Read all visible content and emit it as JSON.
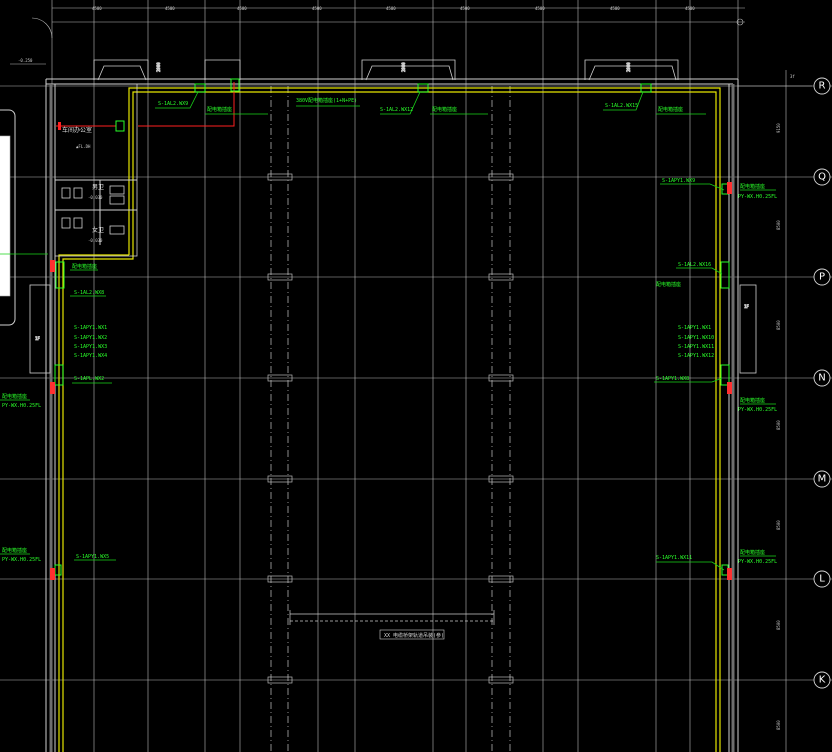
{
  "axes": [
    {
      "id": "R",
      "label": "R"
    },
    {
      "id": "Q",
      "label": "Q"
    },
    {
      "id": "P",
      "label": "P"
    },
    {
      "id": "N",
      "label": "N"
    },
    {
      "id": "M",
      "label": "M"
    },
    {
      "id": "L",
      "label": "L"
    },
    {
      "id": "K",
      "label": "K"
    }
  ],
  "rooms": {
    "office": "车间办公室",
    "toilet_upper": "男卫",
    "toilet_lower": "女卫"
  },
  "cable_labels": {
    "top_1": "S-1AL2.WX9",
    "top_2": "S-1AL2.WX12",
    "top_3": "S-1AL2.WX15",
    "right_1": "S-1APY1.WX9",
    "right_p": "S-1AL2.WX16",
    "right_n1": "S-1APY1.WX1",
    "right_n2": "S-1APY1.WX10",
    "right_n3": "S-1APY1.WX11",
    "right_n4": "S-1APY1.WX12",
    "right_n5": "S-1APY1.WX8",
    "right_l": "S-1APY1.WX11",
    "left_1": "S-1AL2.WX8",
    "left_n1": "S-1APY1.WX1",
    "left_n2": "S-1APY1.WX2",
    "left_n3": "S-1APY1.WX3",
    "left_n4": "S-1APY1.WX4",
    "left_n5": "S-1APL.WX2",
    "left_l": "S-1APY1.WX5"
  },
  "notes": {
    "socket_box": "配电箱插座",
    "socket_box_note": "PY-WX.H0.25FL",
    "top_note": "380V配电箱插座(1+N+PE)",
    "bottom_label": "XX 电缆桥架轨道吊装(参)"
  }
}
